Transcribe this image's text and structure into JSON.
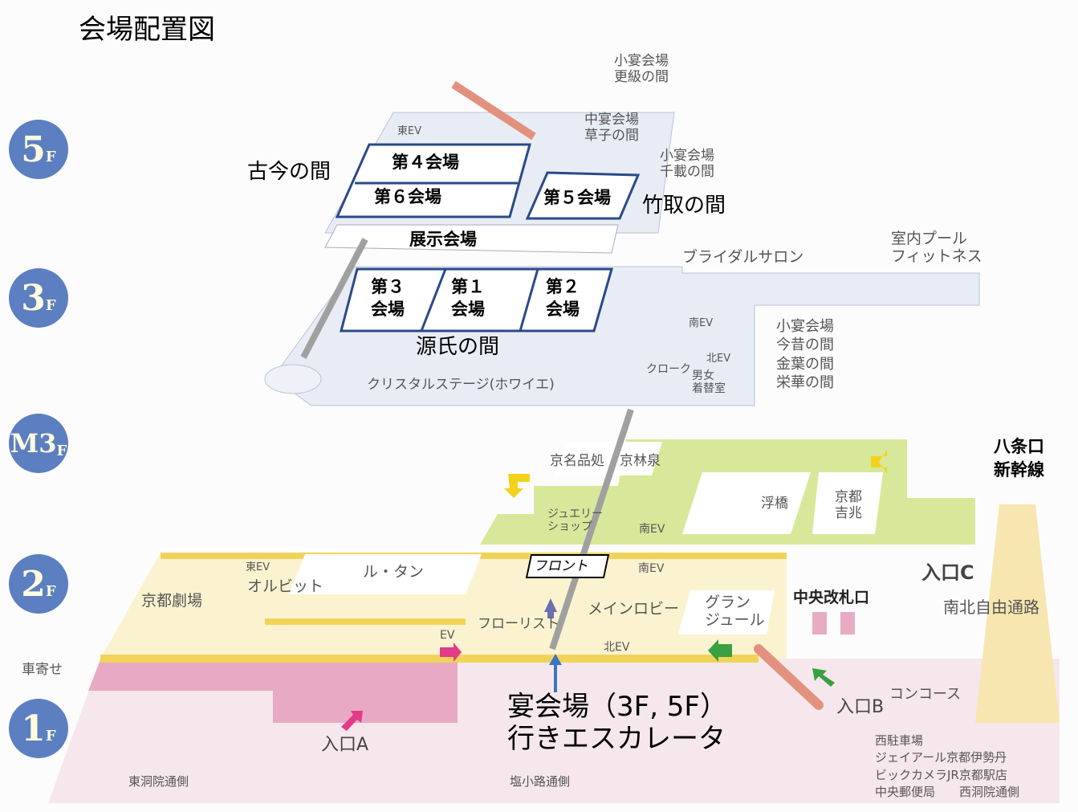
{
  "title": "会場配置図",
  "floors": [
    "5",
    "3",
    "M3",
    "2",
    "1"
  ],
  "floor_suffix": "F",
  "rooms": {
    "r4": "第４会場",
    "r6": "第６会場",
    "r5": "第５会場",
    "expo": "展示会場",
    "r3": "第３\n会場",
    "r1": "第１\n会場",
    "r2": "第２\n会場",
    "front": "フロント"
  },
  "halls": {
    "kokon": "古今の間",
    "taketori": "竹取の間",
    "genji": "源氏の間"
  },
  "labels5f": {
    "sarashina": "小宴会場\n更級の間",
    "kusako": "中宴会場\n草子の間",
    "chitose": "小宴会場\n千載の間",
    "east_ev": "東EV"
  },
  "labels3f": {
    "bridal": "ブライダルサロン",
    "pool": "室内プール\nフィットネス",
    "south_ev": "南EV",
    "north_ev": "北EV",
    "small_halls": "小宴会場\n今昔の間\n金葉の間\n栄華の間",
    "cloak": "クローク",
    "dressing": "男女\n着替室",
    "crystal": "クリスタルステージ(ホワイエ)"
  },
  "labelsM3": {
    "meihin": "京名品処",
    "kyorinsen": "京林泉",
    "jewelry": "ジュエリー\nショップ",
    "south_ev": "南EV",
    "ukihashi": "浮橋",
    "kitcho": "京都\n吉兆",
    "hachijo": "八条口\n新幹線"
  },
  "labels2f": {
    "east_ev": "東EV",
    "orbit": "オルビット",
    "letemps": "ル・タン",
    "theater": "京都劇場",
    "south_ev": "南EV",
    "lobby": "メインロビー",
    "grand": "グラン\nジュール",
    "florist": "フローリスト",
    "ev": "EV",
    "north_ev": "北EV",
    "central_gate": "中央改札口",
    "entrance_c": "入口C",
    "ns_passage": "南北自由通路"
  },
  "labels1f": {
    "kurumayose": "車寄せ",
    "entrance_a": "入口A",
    "entrance_b": "入口B",
    "concourse": "コンコース",
    "higashi": "東洞院通側",
    "shiokoji": "塩小路通側",
    "nishi": "西駐車場\nジェイアール京都伊勢丹\nビックカメラJR京都駅店\n中央郵便局　　西洞院通側"
  },
  "escalator_note": "宴会場（3F, 5F）\n行きエスカレータ",
  "colors": {
    "badge": "#5b7fc0",
    "room_border": "#2a4a8a",
    "floor_2f": "#fbf3d0",
    "floor_1f": "#f6e7ec",
    "m3_green": "#d8e89a",
    "wall_yellow": "#f2d35a",
    "escalator": "#a0a0a0"
  }
}
